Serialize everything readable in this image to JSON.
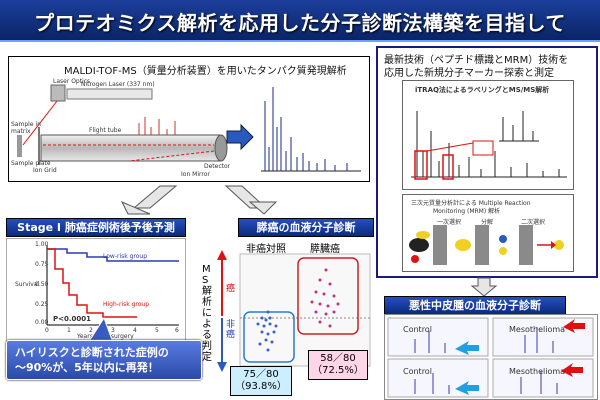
{
  "slide": {
    "title": "プロテオミクス解析を応用した分子診断法構築を目指して"
  },
  "maldi": {
    "heading": "MALDI-TOF-MS（質量分析装置）を用いたタンパク質発現解析",
    "labels": {
      "laser_optics": "Laser Optics",
      "nitrogen_laser": "Nitrogen Laser (337 nm)",
      "sample_in_matrix": "Sample in matrix",
      "sample_plate": "Sample plate",
      "ion_grid": "Ion Grid",
      "flight_tube": "Flight tube",
      "detector": "Detector",
      "ion_mirror": "Ion Mirror"
    }
  },
  "right_panel": {
    "heading_line1": "最新技術（ペプチド標識とMRM）技術を",
    "heading_line2": "応用した新規分子マーカー探索と測定",
    "itraq_title": "iTRAQ法によるラベリングとMS/MS解析",
    "mrm_title_line1": "三次元質量分析計による Multiple Reaction",
    "mrm_title_line2": "Monitoring (MRM) 解析",
    "stage_labels": [
      "一次選択",
      "分解",
      "二次選択"
    ]
  },
  "stage1": {
    "label": "Stage Ⅰ 肺癌症例術後予後予測",
    "low_risk": "Low-risk group",
    "high_risk": "High-risk group",
    "p_value": "P<0.0001",
    "x_axis": "Years after surgery",
    "y_axis": "Survival",
    "y_ticks": [
      "1.00",
      "0.75",
      "0.50",
      "0.25",
      "0.00"
    ],
    "x_ticks": [
      "0",
      "1",
      "2",
      "3",
      "4",
      "5",
      "6"
    ]
  },
  "callout": {
    "line1": "ハイリスクと診断された症例の",
    "line2": "～90%が、5年以内に再発！"
  },
  "pancreas": {
    "label": "膵癌の血液分子診断",
    "col_non_cancer": "非癌対照",
    "col_cancer": "膵臓癌",
    "side_label": "MS解析による判定",
    "cancer_mark": "癌",
    "non_cancer_mark": "非癌",
    "left_box_line1": "75／80",
    "left_box_line2": "（93.8%）",
    "right_box_line1": "58／80",
    "right_box_line2": "（72.5%）"
  },
  "meso": {
    "label": "悪性中皮腫の血液分子診断",
    "control": "Control",
    "mesothelioma": "Mesothelioma"
  },
  "colors": {
    "banner": "#0a2466",
    "accent_blue": "#2450c0",
    "red": "#e01010",
    "cyan_box": "#cdeeff",
    "pink_box": "#ffd6e8"
  }
}
